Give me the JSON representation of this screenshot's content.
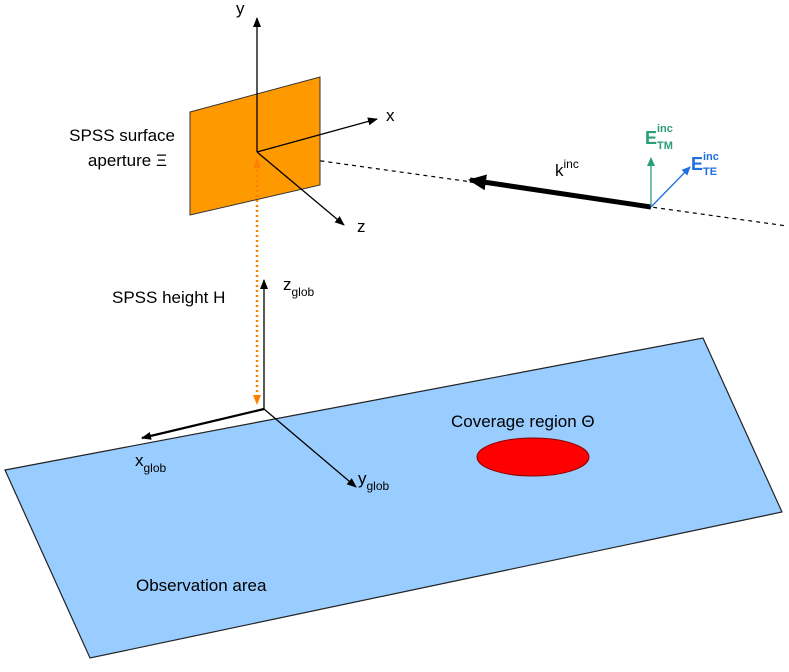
{
  "colors": {
    "plane_fill": "#99ccff",
    "plane_stroke": "#222222",
    "aperture_fill": "#ff9900",
    "coverage_fill": "#ff0000",
    "height_line": "#ff8000",
    "e_tm": "#2a9d7a",
    "e_te": "#1f6fe0"
  },
  "labels": {
    "local_axes": {
      "x": "x",
      "y": "y",
      "z": "z"
    },
    "aperture": {
      "line1": "SPSS surface",
      "line2": "aperture Ξ"
    },
    "height": "SPSS height H",
    "global_axes": {
      "x": {
        "base": "x",
        "sub": "glob"
      },
      "y": {
        "base": "y",
        "sub": "glob"
      },
      "z": {
        "base": "z",
        "sub": "glob"
      }
    },
    "coverage": "Coverage region Θ",
    "observation": "Observation area",
    "k_inc": {
      "base": "k",
      "sup": "inc"
    },
    "e_tm": {
      "base": "E",
      "sup": "inc",
      "sub": "TM"
    },
    "e_te": {
      "base": "E",
      "sup": "inc",
      "sub": "TE"
    }
  },
  "icons": {
    "aperture": "aperture-plate",
    "coverage": "coverage-ellipse",
    "observation": "ground-plane"
  }
}
